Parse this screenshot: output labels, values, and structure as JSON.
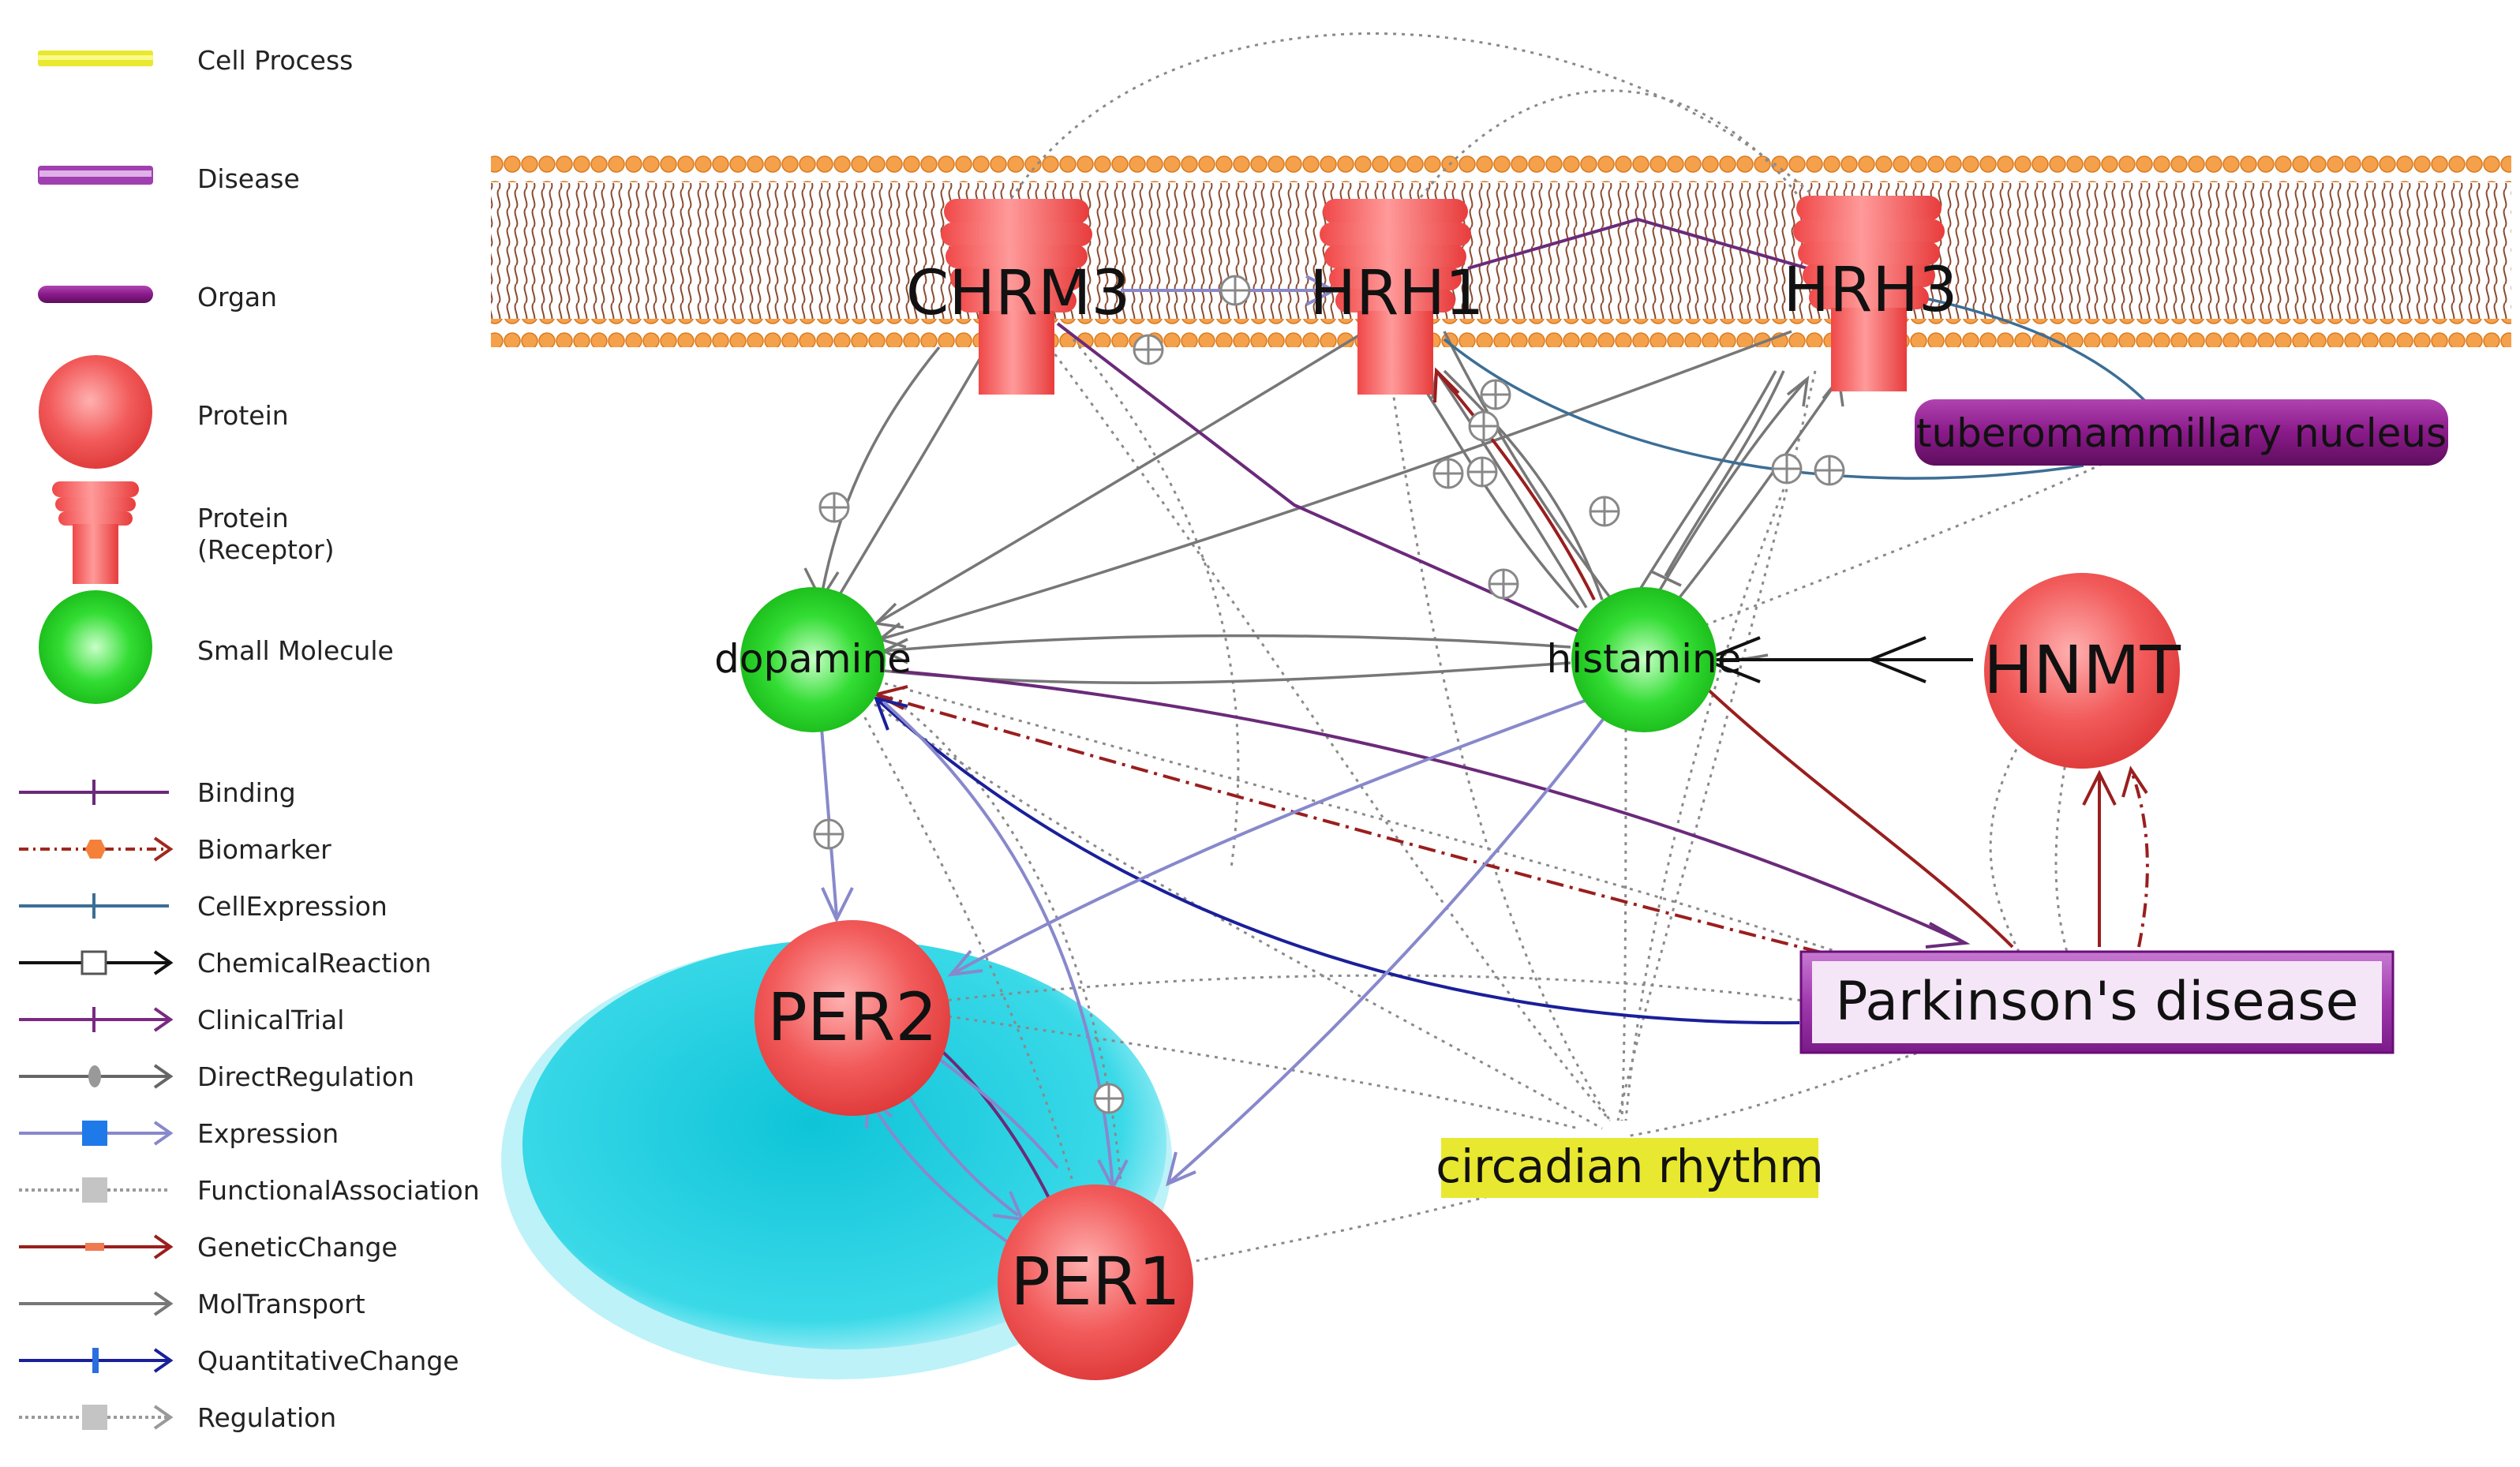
{
  "legend": {
    "node_types": [
      {
        "label": "Cell Process",
        "icon": "cell-process-swatch"
      },
      {
        "label": "Disease",
        "icon": "disease-swatch"
      },
      {
        "label": "Organ",
        "icon": "organ-swatch"
      },
      {
        "label": "Protein",
        "icon": "protein-circle"
      },
      {
        "label": "Protein\n(Receptor)",
        "icon": "receptor-shape"
      },
      {
        "label": "Small Molecule",
        "icon": "small-molecule-circle"
      }
    ],
    "edge_types": [
      {
        "label": "Binding",
        "color": "#6b2a7a"
      },
      {
        "label": "Biomarker",
        "color": "#a0281e"
      },
      {
        "label": "CellExpression",
        "color": "#3c6e96"
      },
      {
        "label": "ChemicalReaction",
        "color": "#111111"
      },
      {
        "label": "ClinicalTrial",
        "color": "#7a2a82"
      },
      {
        "label": "DirectRegulation",
        "color": "#666666"
      },
      {
        "label": "Expression",
        "color": "#8888cc"
      },
      {
        "label": "FunctionalAssociation",
        "color": "#9a9a9a"
      },
      {
        "label": "GeneticChange",
        "color": "#9a1e1e"
      },
      {
        "label": "MolTransport",
        "color": "#777777"
      },
      {
        "label": "QuantitativeChange",
        "color": "#1a1f9a"
      },
      {
        "label": "Regulation",
        "color": "#999999"
      }
    ]
  },
  "nodes": {
    "chrm3": "CHRM3",
    "hrh1": "HRH1",
    "hrh3": "HRH3",
    "tuberomammillary": "tuberomammillary nucleus",
    "dopamine": "dopamine",
    "histamine": "histamine",
    "hnmt": "HNMT",
    "per2": "PER2",
    "per1": "PER1",
    "parkinsons": "Parkinson's disease",
    "circadian": "circadian rhythm"
  },
  "colors": {
    "membrane": "#f39a3c",
    "protein": "#f25a5a",
    "small_molecule": "#22cc22",
    "disease": "#9a2aa8",
    "organ": "#8a1a8a",
    "cell_process": "#e8e830",
    "nucleus": "#2fd4e4"
  }
}
